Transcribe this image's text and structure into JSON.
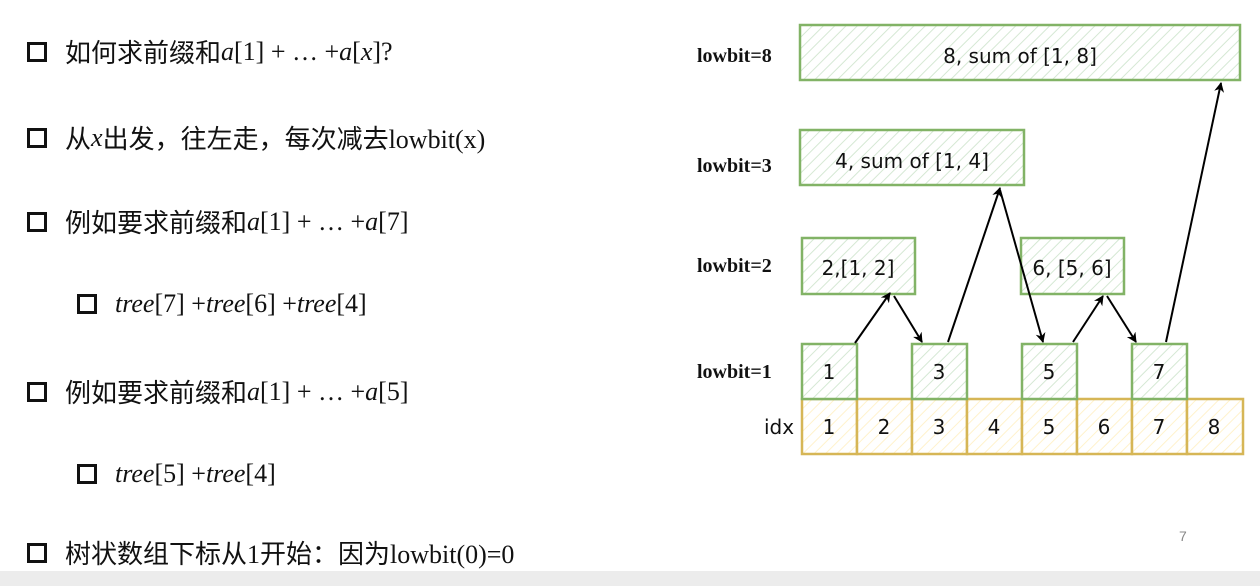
{
  "bullets": [
    {
      "parts": [
        "如何求前缀和",
        "a",
        "[1] + … + ",
        "a",
        "[",
        "x",
        "]?"
      ]
    },
    {
      "parts": [
        "从",
        "x",
        "出发，往左走，每次减去lowbit(x)"
      ]
    },
    {
      "parts": [
        "例如要求前缀和",
        "a",
        "[1] + … + ",
        "a",
        "[7]"
      ]
    },
    {
      "parts": [
        "tree",
        "[7] + ",
        "tree",
        "[6] + ",
        "tree",
        "[4]"
      ]
    },
    {
      "parts": [
        "例如要求前缀和",
        "a",
        "[1] + … + ",
        "a",
        "[5]"
      ]
    },
    {
      "parts": [
        "tree",
        "[5] + ",
        "tree",
        "[4]"
      ]
    },
    {
      "parts": [
        "树状数组下标从1开始：因为lowbit(0)=0"
      ]
    }
  ],
  "diagram": {
    "labels": {
      "l8": "lowbit=8",
      "l3": "lowbit=3",
      "l2": "lowbit=2",
      "l1": "lowbit=1",
      "idx": "idx"
    },
    "nodes": {
      "n8": "8,  sum of [1, 8]",
      "n4": "4, sum of [1, 4]",
      "n2": "2,[1, 2]",
      "n6": "6, [5, 6]",
      "n1": "1",
      "n3": "3",
      "n5": "5",
      "n7": "7"
    },
    "idx": [
      "1",
      "2",
      "3",
      "4",
      "5",
      "6",
      "7",
      "8"
    ],
    "colors": {
      "green_stroke": "#82b366",
      "green_fill": "#d5e8d4",
      "yellow_stroke": "#d6b656",
      "yellow_fill": "#fff2cc"
    }
  },
  "page_number": "7"
}
